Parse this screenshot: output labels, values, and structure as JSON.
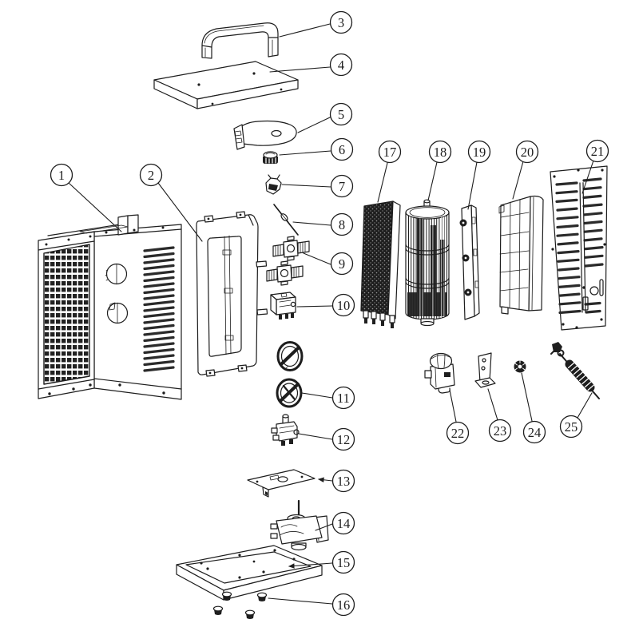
{
  "diagram": {
    "type": "exploded-parts-diagram",
    "background_color": "#ffffff",
    "line_color": "#1d1d1d"
  },
  "callouts": [
    {
      "num": "1"
    },
    {
      "num": "2"
    },
    {
      "num": "3"
    },
    {
      "num": "4"
    },
    {
      "num": "5"
    },
    {
      "num": "6"
    },
    {
      "num": "7"
    },
    {
      "num": "8"
    },
    {
      "num": "9"
    },
    {
      "num": "10"
    },
    {
      "num": "11"
    },
    {
      "num": "12"
    },
    {
      "num": "13"
    },
    {
      "num": "14"
    },
    {
      "num": "15"
    },
    {
      "num": "16"
    },
    {
      "num": "17"
    },
    {
      "num": "18"
    },
    {
      "num": "19"
    },
    {
      "num": "20"
    },
    {
      "num": "21"
    },
    {
      "num": "22"
    },
    {
      "num": "23"
    },
    {
      "num": "24"
    },
    {
      "num": "25"
    }
  ]
}
